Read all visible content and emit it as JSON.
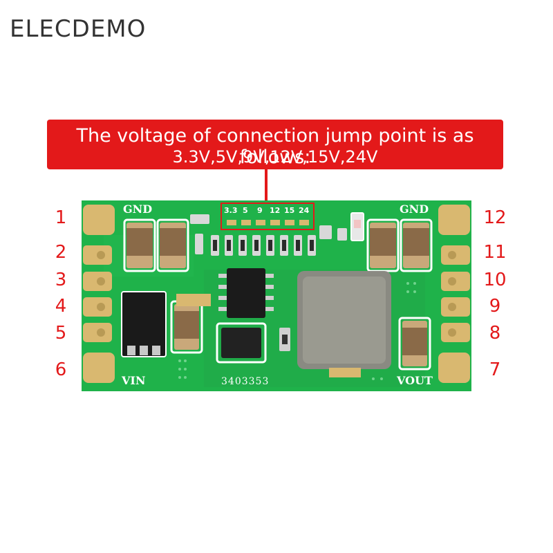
{
  "brand": "ELECDEMO",
  "callout": {
    "line1": "The voltage of connection jump point is as follows:",
    "line2": "3.3V,5V,9V,12V,15V,24V"
  },
  "board": {
    "gnd_left": "GND",
    "gnd_right": "GND",
    "vin": "VIN",
    "vout": "VOUT",
    "code": "3403353",
    "jumper_labels": [
      "3.3",
      "5",
      "9",
      "12",
      "15",
      "24"
    ]
  },
  "pins_left": [
    "1",
    "2",
    "3",
    "4",
    "5",
    "6"
  ],
  "pins_right": [
    "12",
    "11",
    "10",
    "9",
    "8",
    "7"
  ],
  "colors": {
    "pcb": "#1fb24a",
    "pad": "#d9b870",
    "callout": "#e3191a",
    "pin_label": "#e3191a"
  }
}
